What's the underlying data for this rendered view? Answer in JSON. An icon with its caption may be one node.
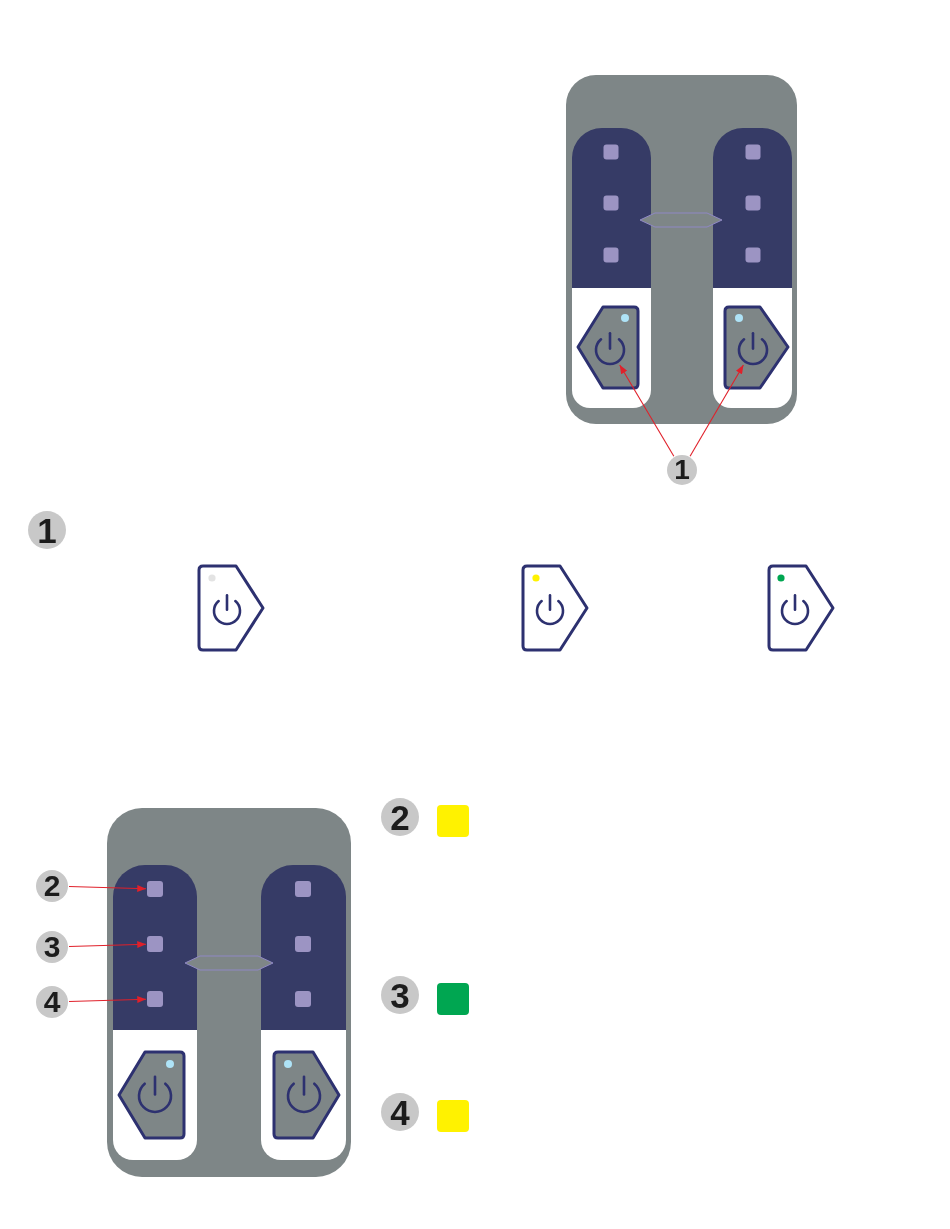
{
  "diagram": {
    "nodes": [
      {
        "text": [],
        "shape": "circle"
      },
      {
        "text": [],
        "shape": "circle"
      },
      {
        "text": [
          "1"
        ]
      },
      {
        "text": [
          "2"
        ]
      },
      {
        "text": [],
        "shape": "box"
      },
      {
        "text": [
          "3"
        ]
      },
      {
        "text": [],
        "shape": "box"
      },
      {
        "text": [
          "4"
        ]
      },
      {
        "text": [],
        "shape": "box"
      }
    ],
    "edges": [
      {
        "from": 2,
        "to": 0,
        "arrow": "to"
      },
      {
        "from": 2,
        "to": 1,
        "arrow": "to"
      },
      {
        "from": 3,
        "to": 4,
        "arrow": "to"
      },
      {
        "from": 5,
        "to": 6,
        "arrow": "to"
      },
      {
        "from": 7,
        "to": 8,
        "arrow": "to"
      }
    ],
    "labels": [
      "1"
    ],
    "legend": [
      {
        "text": "2",
        "color": "#fff200"
      },
      {
        "text": "3",
        "color": "#00a651"
      },
      {
        "text": "4",
        "color": "#fff200"
      }
    ]
  }
}
